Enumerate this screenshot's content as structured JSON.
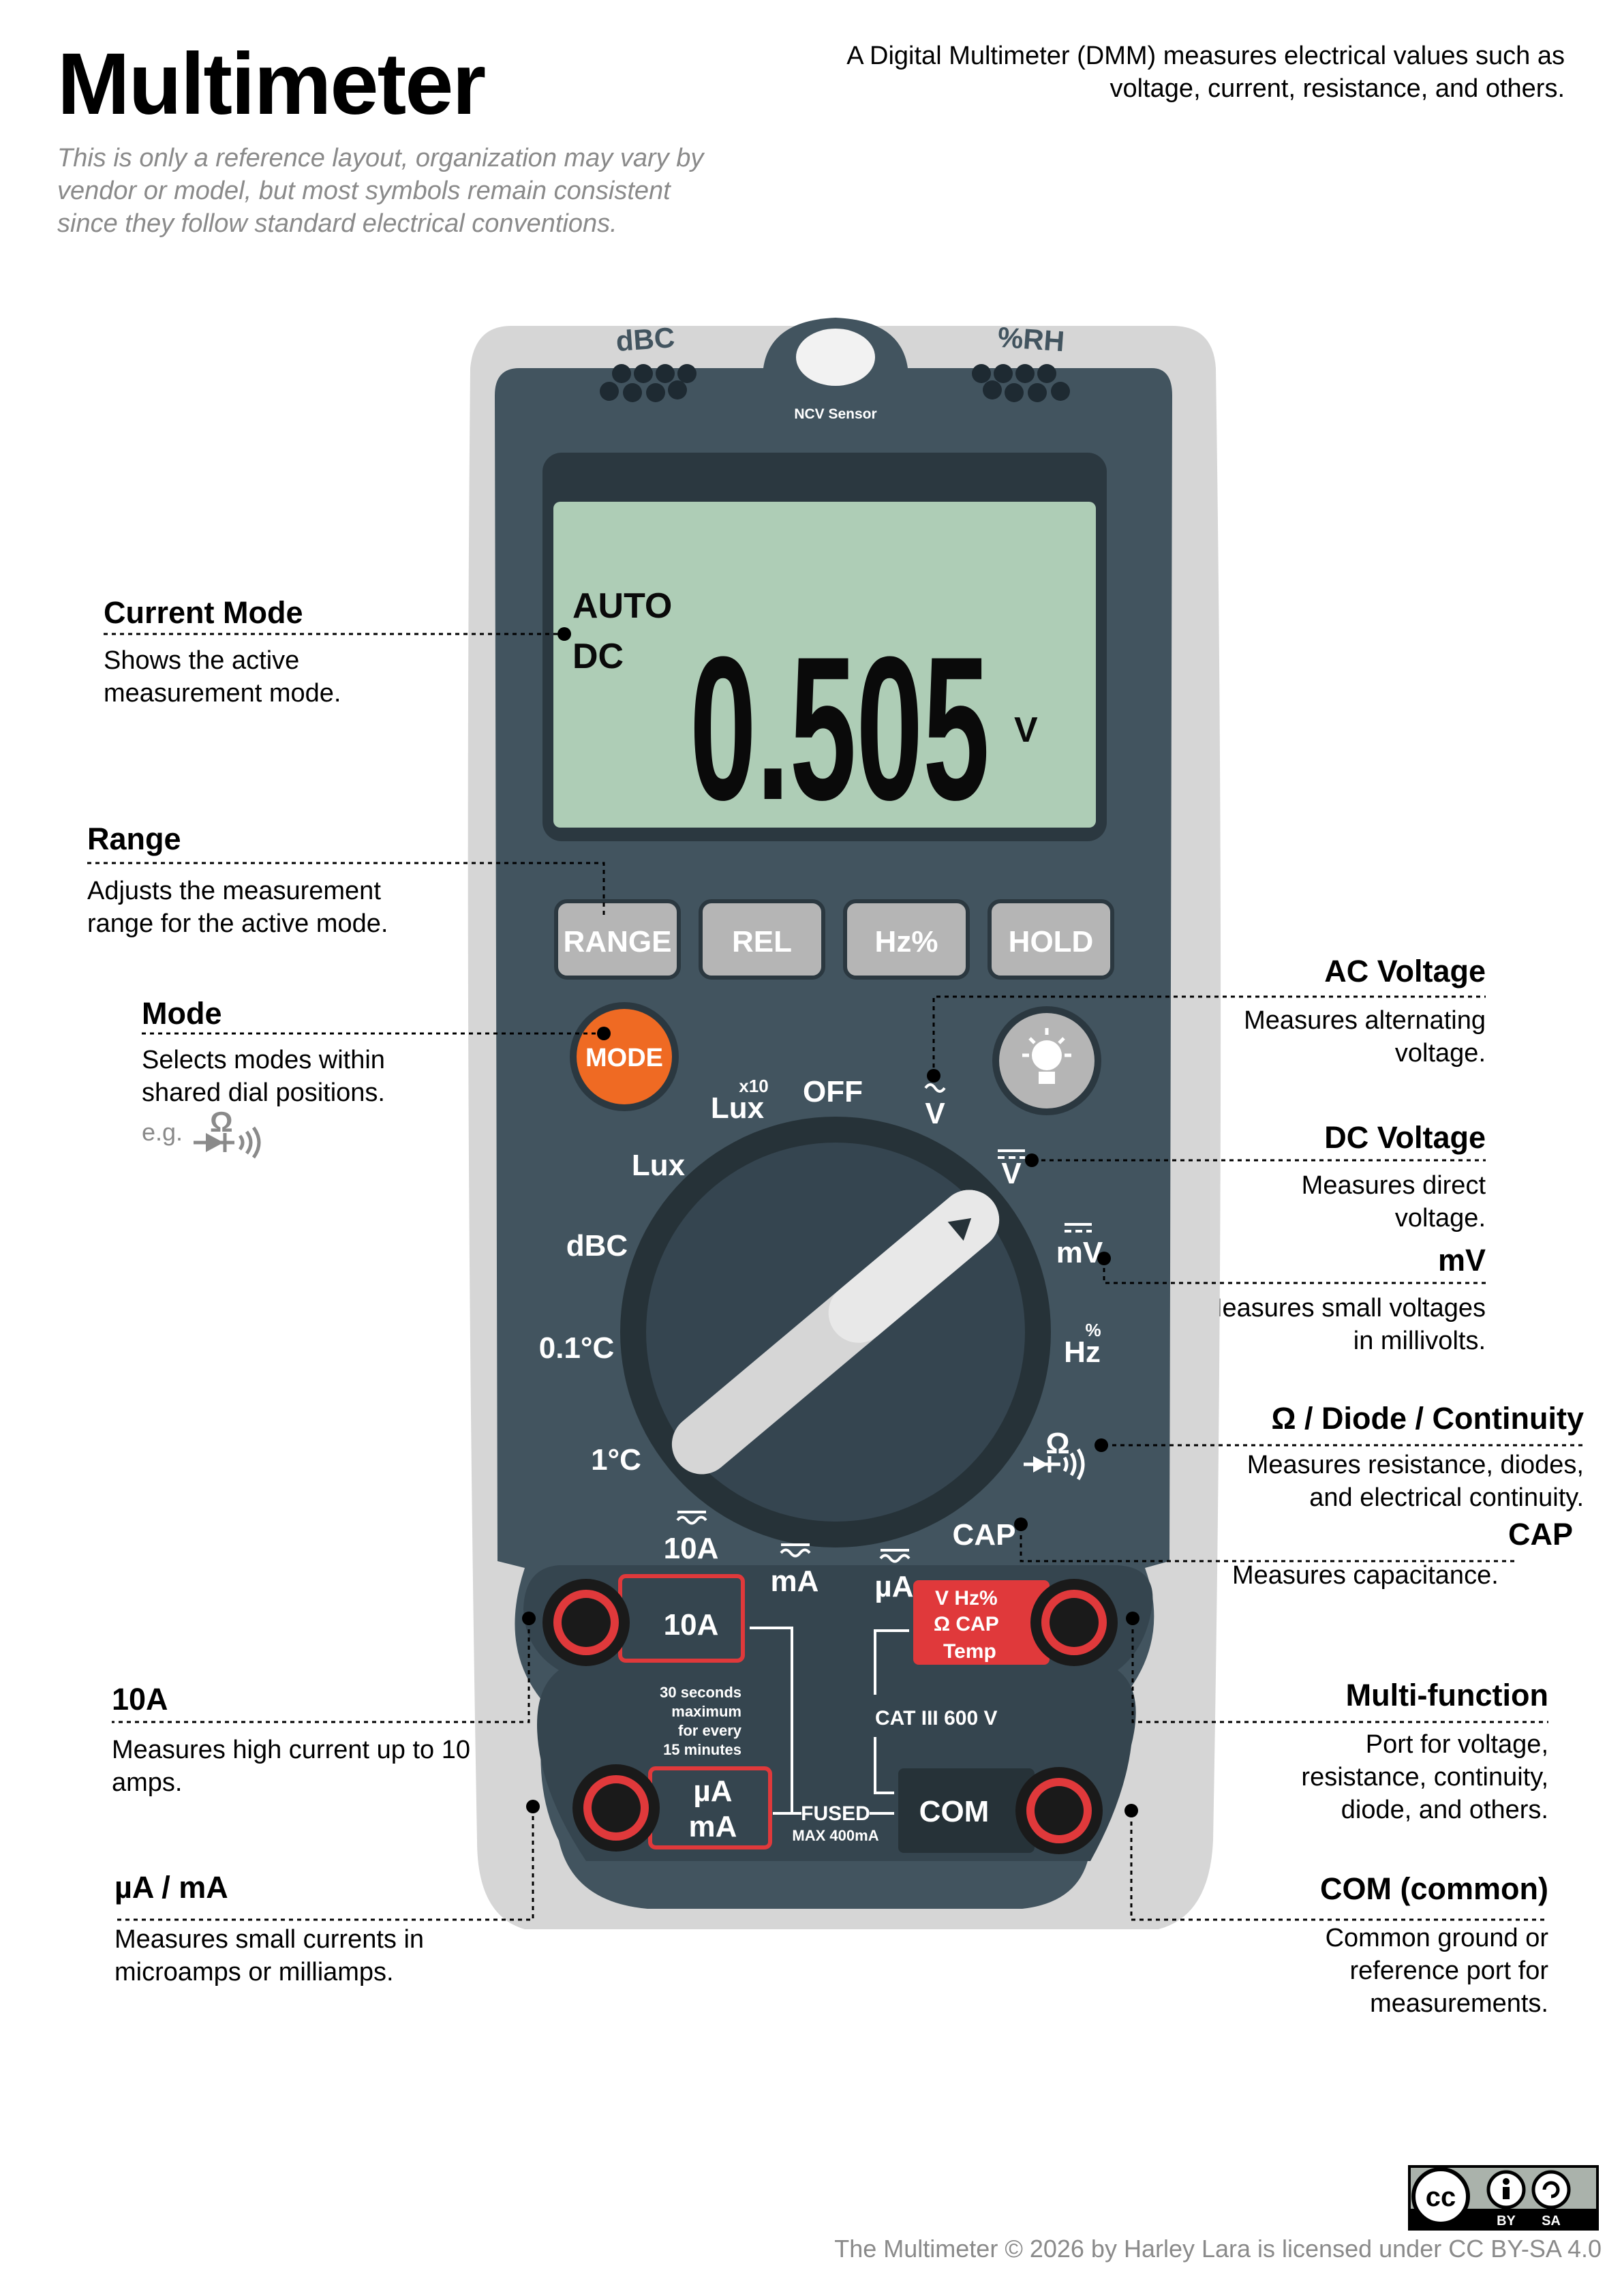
{
  "header": {
    "title": "Multimeter",
    "subtitle": "This is only a reference layout, organization may vary by vendor or model, but most symbols remain consistent since they follow standard electrical conventions.",
    "intro": "A Digital Multimeter (DMM) measures electrical values such as voltage, current, resistance, and others."
  },
  "device": {
    "sensor_left": "dBC",
    "sensor_right": "%RH",
    "ncv_label": "NCV Sensor",
    "display": {
      "mode_auto": "AUTO",
      "mode_dc": "DC",
      "reading": "0.505",
      "unit": "V"
    },
    "buttons": {
      "range": "RANGE",
      "rel": "REL",
      "hz": "Hz%",
      "hold": "HOLD",
      "mode": "MODE"
    },
    "dial": {
      "off": "OFF",
      "lux_x10": "Lux",
      "lux_x10_exp": "x10",
      "lux": "Lux",
      "dbc": "dBC",
      "c01": "0.1°C",
      "c1": "1°C",
      "a10": "10A",
      "ma": "mA",
      "ua": "µA",
      "cap": "CAP",
      "ohm": "Ω",
      "hz": "Hz",
      "hz_pct": "%",
      "mv": "mV",
      "vdc": "V",
      "vac": "V"
    },
    "ports": {
      "a10": "10A",
      "ua": "µA",
      "ma": "mA",
      "multi_line1": "V  Hz%",
      "multi_line2": "Ω   CAP",
      "multi_line3": "Temp",
      "com": "COM",
      "warning_1": "30 seconds",
      "warning_2": "maximum",
      "warning_3": "for every",
      "warning_4": "15 minutes",
      "cat": "CAT III 600 V",
      "fused": "FUSED",
      "fused_max": "MAX 400mA"
    }
  },
  "callouts": {
    "current_mode": {
      "title": "Current Mode",
      "desc": "Shows the active measurement mode."
    },
    "range": {
      "title": "Range",
      "desc": "Adjusts the measurement range for the active mode."
    },
    "mode": {
      "title": "Mode",
      "desc": "Selects modes within shared dial positions.",
      "eg": "e.g.",
      "eg_symbol": "Ω"
    },
    "a10": {
      "title": "10A",
      "desc": "Measures high current up to 10 amps."
    },
    "ua_ma": {
      "title": "µA / mA",
      "desc": "Measures small currents in microamps or milliamps."
    },
    "ac_voltage": {
      "title": "AC Voltage",
      "desc": "Measures alternating voltage."
    },
    "dc_voltage": {
      "title": "DC Voltage",
      "desc": "Measures direct voltage."
    },
    "mv": {
      "title": "mV",
      "desc": "Measures small voltages in millivolts."
    },
    "ohm": {
      "title": "Ω / Diode / Continuity",
      "desc": "Measures resistance, diodes, and electrical continuity."
    },
    "cap": {
      "title": "CAP",
      "desc": "Measures capacitance."
    },
    "multi": {
      "title": "Multi-function",
      "desc": "Port for voltage, resistance, continuity, diode, and others."
    },
    "com": {
      "title": "COM (common)",
      "desc": "Common ground or reference port for measurements."
    }
  },
  "license": {
    "cc": "cc",
    "by": "BY",
    "sa": "SA",
    "credit": "The Multimeter © 2026 by Harley Lara is licensed under CC BY-SA 4.0"
  },
  "colors": {
    "body": "#42545f",
    "shell": "#d6d6d6",
    "lcd": "#aecdb6",
    "button": "#b5b5b5",
    "mode_button": "#ef6a23",
    "port_red": "#e0393b",
    "knob": "#354550"
  }
}
